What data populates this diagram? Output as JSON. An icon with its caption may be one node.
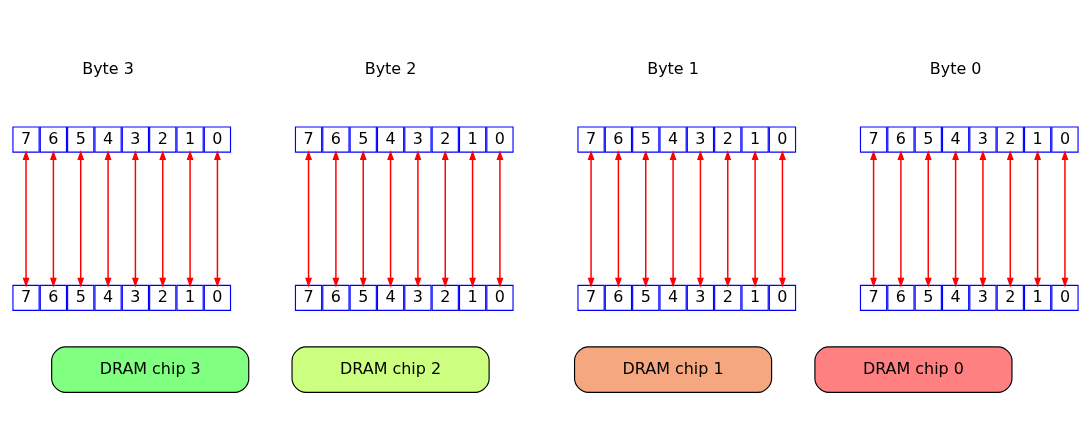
{
  "diagram": {
    "nodes": [
      {
        "text": [
          "7"
        ]
      },
      {
        "text": [
          "6"
        ]
      },
      {
        "text": [
          "5"
        ]
      },
      {
        "text": [
          "4"
        ]
      },
      {
        "text": [
          "3"
        ]
      },
      {
        "text": [
          "2"
        ]
      },
      {
        "text": [
          "1"
        ]
      },
      {
        "text": [
          "0"
        ]
      },
      {
        "text": [
          "7"
        ]
      },
      {
        "text": [
          "6"
        ]
      },
      {
        "text": [
          "5"
        ]
      },
      {
        "text": [
          "4"
        ]
      },
      {
        "text": [
          "3"
        ]
      },
      {
        "text": [
          "2"
        ]
      },
      {
        "text": [
          "1"
        ]
      },
      {
        "text": [
          "0"
        ]
      },
      {
        "text": [
          "DRAM chip 3"
        ]
      },
      {
        "text": [
          "7"
        ]
      },
      {
        "text": [
          "6"
        ]
      },
      {
        "text": [
          "5"
        ]
      },
      {
        "text": [
          "4"
        ]
      },
      {
        "text": [
          "3"
        ]
      },
      {
        "text": [
          "2"
        ]
      },
      {
        "text": [
          "1"
        ]
      },
      {
        "text": [
          "0"
        ]
      },
      {
        "text": [
          "7"
        ]
      },
      {
        "text": [
          "6"
        ]
      },
      {
        "text": [
          "5"
        ]
      },
      {
        "text": [
          "4"
        ]
      },
      {
        "text": [
          "3"
        ]
      },
      {
        "text": [
          "2"
        ]
      },
      {
        "text": [
          "1"
        ]
      },
      {
        "text": [
          "0"
        ]
      },
      {
        "text": [
          "DRAM chip 2"
        ]
      },
      {
        "text": [
          "7"
        ]
      },
      {
        "text": [
          "6"
        ]
      },
      {
        "text": [
          "5"
        ]
      },
      {
        "text": [
          "4"
        ]
      },
      {
        "text": [
          "3"
        ]
      },
      {
        "text": [
          "2"
        ]
      },
      {
        "text": [
          "1"
        ]
      },
      {
        "text": [
          "0"
        ]
      },
      {
        "text": [
          "7"
        ]
      },
      {
        "text": [
          "6"
        ]
      },
      {
        "text": [
          "5"
        ]
      },
      {
        "text": [
          "4"
        ]
      },
      {
        "text": [
          "3"
        ]
      },
      {
        "text": [
          "2"
        ]
      },
      {
        "text": [
          "1"
        ]
      },
      {
        "text": [
          "0"
        ]
      },
      {
        "text": [
          "DRAM chip 1"
        ]
      },
      {
        "text": [
          "7"
        ]
      },
      {
        "text": [
          "6"
        ]
      },
      {
        "text": [
          "5"
        ]
      },
      {
        "text": [
          "4"
        ]
      },
      {
        "text": [
          "3"
        ]
      },
      {
        "text": [
          "2"
        ]
      },
      {
        "text": [
          "1"
        ]
      },
      {
        "text": [
          "0"
        ]
      },
      {
        "text": [
          "7"
        ]
      },
      {
        "text": [
          "6"
        ]
      },
      {
        "text": [
          "5"
        ]
      },
      {
        "text": [
          "4"
        ]
      },
      {
        "text": [
          "3"
        ]
      },
      {
        "text": [
          "2"
        ]
      },
      {
        "text": [
          "1"
        ]
      },
      {
        "text": [
          "0"
        ]
      },
      {
        "text": [
          "DRAM chip 0"
        ]
      }
    ],
    "edges": [
      {
        "from": 0,
        "to": 8,
        "arrow": "both"
      },
      {
        "from": 1,
        "to": 9,
        "arrow": "both"
      },
      {
        "from": 2,
        "to": 10,
        "arrow": "both"
      },
      {
        "from": 3,
        "to": 11,
        "arrow": "both"
      },
      {
        "from": 4,
        "to": 12,
        "arrow": "both"
      },
      {
        "from": 5,
        "to": 13,
        "arrow": "both"
      },
      {
        "from": 6,
        "to": 14,
        "arrow": "both"
      },
      {
        "from": 7,
        "to": 15,
        "arrow": "both"
      },
      {
        "from": 17,
        "to": 25,
        "arrow": "both"
      },
      {
        "from": 18,
        "to": 26,
        "arrow": "both"
      },
      {
        "from": 19,
        "to": 27,
        "arrow": "both"
      },
      {
        "from": 20,
        "to": 28,
        "arrow": "both"
      },
      {
        "from": 21,
        "to": 29,
        "arrow": "both"
      },
      {
        "from": 22,
        "to": 30,
        "arrow": "both"
      },
      {
        "from": 23,
        "to": 31,
        "arrow": "both"
      },
      {
        "from": 24,
        "to": 32,
        "arrow": "both"
      },
      {
        "from": 34,
        "to": 42,
        "arrow": "both"
      },
      {
        "from": 35,
        "to": 43,
        "arrow": "both"
      },
      {
        "from": 36,
        "to": 44,
        "arrow": "both"
      },
      {
        "from": 37,
        "to": 45,
        "arrow": "both"
      },
      {
        "from": 38,
        "to": 46,
        "arrow": "both"
      },
      {
        "from": 39,
        "to": 47,
        "arrow": "both"
      },
      {
        "from": 40,
        "to": 48,
        "arrow": "both"
      },
      {
        "from": 41,
        "to": 49,
        "arrow": "both"
      },
      {
        "from": 51,
        "to": 59,
        "arrow": "both"
      },
      {
        "from": 52,
        "to": 60,
        "arrow": "both"
      },
      {
        "from": 53,
        "to": 61,
        "arrow": "both"
      },
      {
        "from": 54,
        "to": 62,
        "arrow": "both"
      },
      {
        "from": 55,
        "to": 63,
        "arrow": "both"
      },
      {
        "from": 56,
        "to": 64,
        "arrow": "both"
      },
      {
        "from": 57,
        "to": 65,
        "arrow": "both"
      },
      {
        "from": 58,
        "to": 66,
        "arrow": "both"
      }
    ],
    "labels": [
      "Byte 3",
      "Byte 2",
      "Byte 1",
      "Byte 0"
    ]
  }
}
